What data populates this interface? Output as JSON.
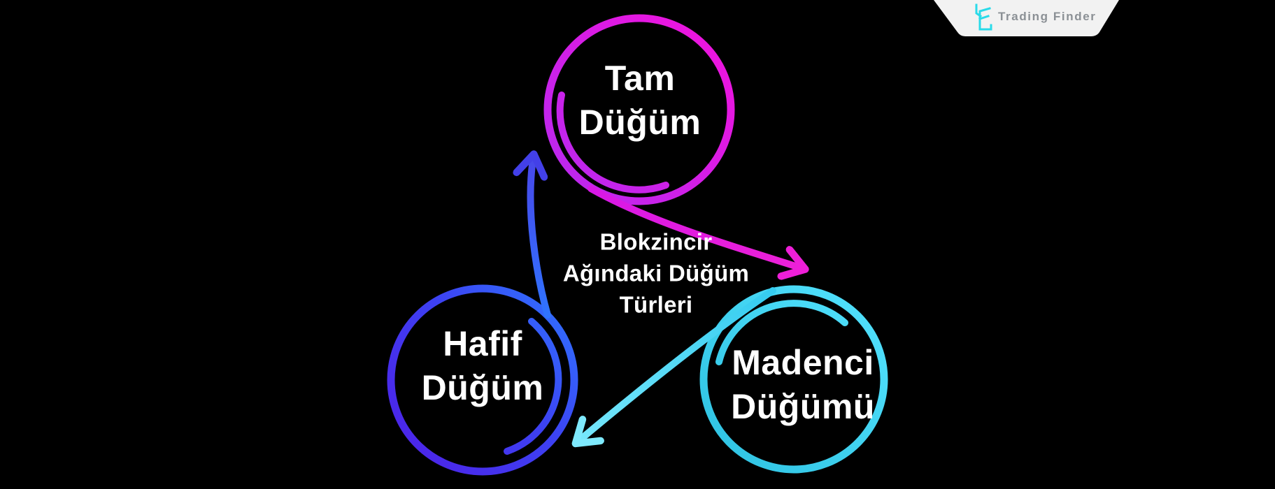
{
  "background_color": "#000000",
  "brand": {
    "name": "Trading Finder",
    "badge_bg": "#f2f2f2",
    "logo_color": "#29dbe9",
    "text_color": "#8b9095"
  },
  "title": {
    "line1": "Blokzincir",
    "line2": "Ağındaki Düğüm",
    "line3": "Türleri",
    "full": "Blokzincir Ağındaki Düğüm Türleri"
  },
  "nodes": [
    {
      "id": "tam",
      "line1": "Tam",
      "line2": "Düğüm",
      "full": "Tam Düğüm",
      "color": "#e318e2"
    },
    {
      "id": "hafif",
      "line1": "Hafif",
      "line2": "Düğüm",
      "full": "Hafif Düğüm",
      "color_left": "#4527ee",
      "color_right": "#2f74ff"
    },
    {
      "id": "madenci",
      "line1": "Madenci",
      "line2": "Düğümü",
      "full": "Madenci Düğümü",
      "color": "#3bd4f2"
    }
  ],
  "flow": [
    {
      "from": "Tam Düğüm",
      "to": "Madenci Düğümü",
      "color": "#e91fd9"
    },
    {
      "from": "Madenci Düğümü",
      "to": "Hafif Düğüm",
      "color": "#5fdef8"
    },
    {
      "from": "Hafif Düğüm",
      "to": "Tam Düğüm",
      "color": "#3f55f0"
    }
  ]
}
